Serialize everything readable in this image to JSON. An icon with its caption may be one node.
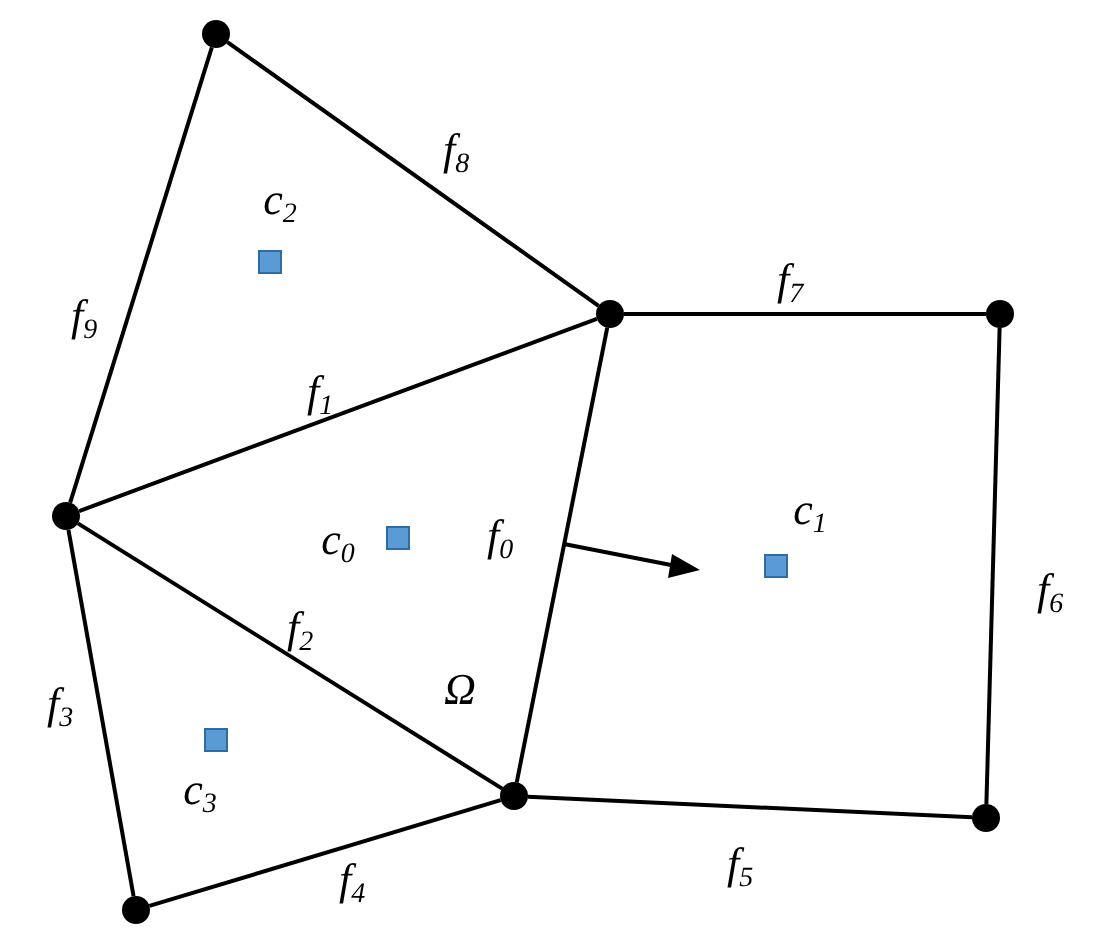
{
  "diagram": {
    "nodes": [
      {
        "text": [],
        "shape": "circle"
      },
      {
        "text": [],
        "shape": "circle"
      },
      {
        "text": [],
        "shape": "circle"
      },
      {
        "text": [],
        "shape": "circle"
      },
      {
        "text": [],
        "shape": "circle"
      },
      {
        "text": [],
        "shape": "circle"
      },
      {
        "text": [],
        "shape": "circle"
      },
      {
        "text": [],
        "shape": "box",
        "beside": [
          "c$_{2}$"
        ]
      },
      {
        "text": [],
        "shape": "box",
        "beside": [
          "c$_{0}$"
        ]
      },
      {
        "text": [],
        "shape": "box",
        "beside": [
          "c$_{1}$"
        ]
      },
      {
        "text": [],
        "shape": "box",
        "beside": [
          "c$_{3}$"
        ]
      }
    ],
    "edges": [
      {
        "from": 1,
        "to": 4,
        "arrow": "none",
        "label": "f$_{0}$"
      },
      {
        "from": 3,
        "to": 1,
        "arrow": "none",
        "label": "f$_{1}$"
      },
      {
        "from": 3,
        "to": 4,
        "arrow": "none",
        "label": "f$_{2}$"
      },
      {
        "from": 3,
        "to": 6,
        "arrow": "none",
        "label": "f$_{3}$"
      },
      {
        "from": 6,
        "to": 4,
        "arrow": "none",
        "label": "f$_{4}$"
      },
      {
        "from": 4,
        "to": 5,
        "arrow": "none",
        "label": "f$_{5}$"
      },
      {
        "from": 2,
        "to": 5,
        "arrow": "none",
        "label": "f$_{6}$"
      },
      {
        "from": 1,
        "to": 2,
        "arrow": "none",
        "label": "f$_{7}$"
      },
      {
        "from": 0,
        "to": 1,
        "arrow": "none",
        "label": "f$_{8}$"
      },
      {
        "from": 0,
        "to": 3,
        "arrow": "none",
        "label": "f$_{9}$"
      }
    ],
    "labels": [
      "Ω"
    ]
  }
}
